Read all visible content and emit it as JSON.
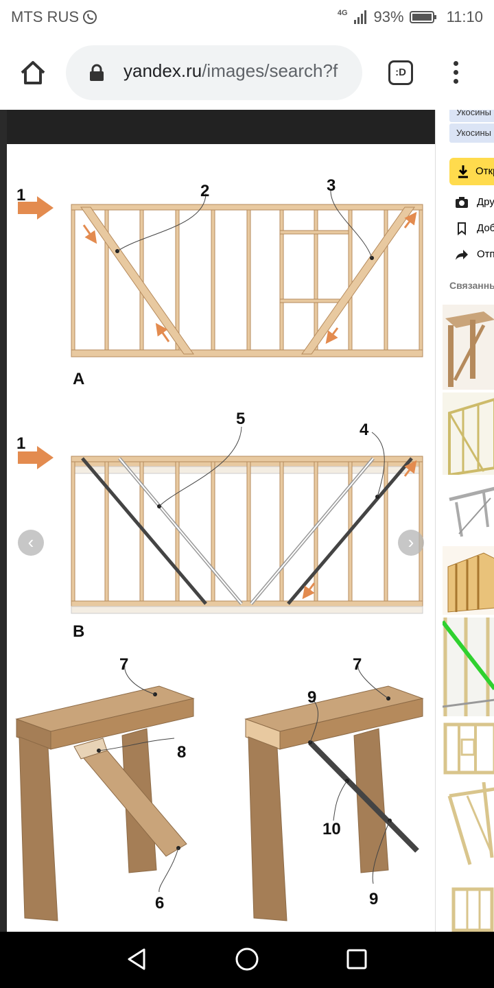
{
  "status": {
    "carrier": "MTS RUS",
    "network": "4G",
    "battery": "93%",
    "time": "11:10"
  },
  "browser": {
    "url_host": "yandex.ru",
    "url_path": "/images/search?f",
    "tabs_label": ":D"
  },
  "figure": {
    "section_a": "A",
    "section_b": "B",
    "callouts": [
      "1",
      "2",
      "3",
      "1",
      "5",
      "4",
      "7",
      "8",
      "6",
      "7",
      "9",
      "10",
      "9"
    ]
  },
  "sidebar": {
    "tag1": "Укосины",
    "tag2": "Укосины",
    "open_button": "Откр",
    "items": [
      "Дру",
      "Доб",
      "Отп"
    ],
    "related_heading": "Связанны"
  },
  "colors": {
    "wood": "#e8c9a0",
    "wood_dark": "#b58a5c",
    "arrow": "#e38b4f",
    "steel": "#444444",
    "chip": "#dbe4f5",
    "open_button": "#ffdb4d"
  }
}
